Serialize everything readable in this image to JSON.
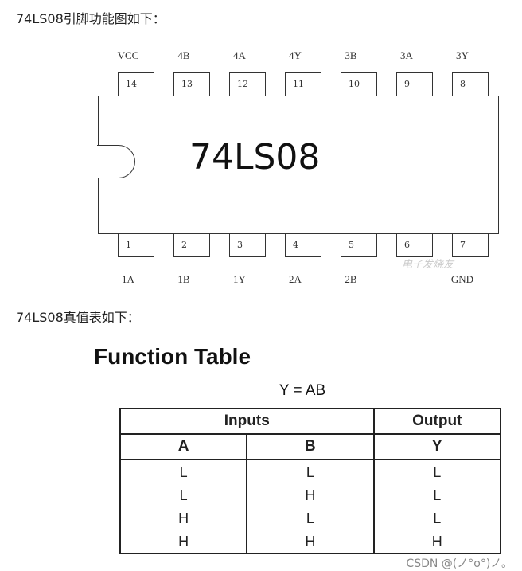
{
  "pinout_caption": "74LS08引脚功能图如下：",
  "chip": {
    "name": "74LS08",
    "top_pins": [
      {
        "num": "14",
        "label": "VCC"
      },
      {
        "num": "13",
        "label": "4B"
      },
      {
        "num": "12",
        "label": "4A"
      },
      {
        "num": "11",
        "label": "4Y"
      },
      {
        "num": "10",
        "label": "3B"
      },
      {
        "num": "9",
        "label": "3A"
      },
      {
        "num": "8",
        "label": "3Y"
      }
    ],
    "bottom_pins": [
      {
        "num": "1",
        "label": "1A"
      },
      {
        "num": "2",
        "label": "1B"
      },
      {
        "num": "3",
        "label": "1Y"
      },
      {
        "num": "4",
        "label": "2A"
      },
      {
        "num": "5",
        "label": "2B"
      },
      {
        "num": "6",
        "label": ""
      },
      {
        "num": "7",
        "label": "GND"
      }
    ],
    "watermark": "电子发烧友"
  },
  "truth_caption": "74LS08真值表如下：",
  "function_table": {
    "title": "Function Table",
    "equation": "Y = AB",
    "group_inputs": "Inputs",
    "group_output": "Output",
    "columns": [
      "A",
      "B",
      "Y"
    ],
    "rows": [
      [
        "L",
        "L",
        "L"
      ],
      [
        "L",
        "H",
        "L"
      ],
      [
        "H",
        "L",
        "L"
      ],
      [
        "H",
        "H",
        "H"
      ]
    ]
  },
  "watermark": "CSDN @(ノ°o°)ノ。"
}
